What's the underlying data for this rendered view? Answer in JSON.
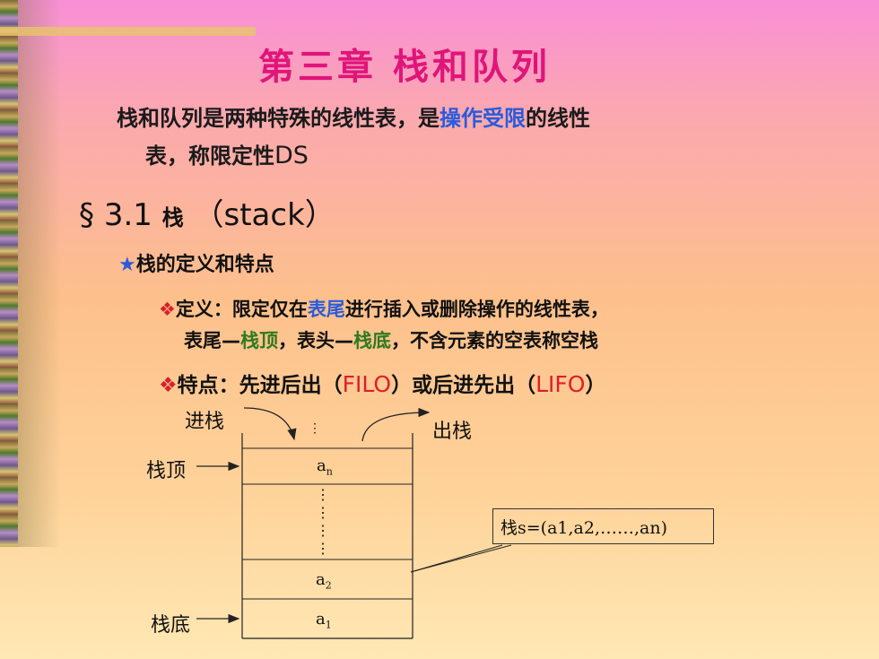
{
  "slide": {
    "title": "第三章 栈和队列",
    "intro_prefix": "栈和队列是两种特殊的线性表，是",
    "intro_highlight": "操作受限",
    "intro_suffix": "的线性",
    "intro_line2_zh": "表，称限定性",
    "intro_line2_ds": "DS",
    "section_symbol": "§",
    "section_number": "3.1",
    "section_zh": "栈",
    "section_en": "（stack）",
    "bullet_star": "★",
    "bullet_text": "栈的定义和特点",
    "diamond": "❖",
    "def_label": "定义：限定仅在",
    "def_highlight": "表尾",
    "def_rest": "进行插入或删除操作的线性表，",
    "def2_a": "表尾—",
    "def2_top": "栈顶",
    "def2_b": "，表头—",
    "def2_bottom": "栈底",
    "def2_c": "，不含元素的空表称空栈",
    "feat_label": "特点：先进后出（",
    "feat_filo": "FILO",
    "feat_mid": "）或后进先出（",
    "feat_lifo": "LIFO",
    "feat_end": "）"
  },
  "diagram": {
    "push_label": "进栈",
    "pop_label": "出栈",
    "top_label": "栈顶",
    "bottom_label": "栈底",
    "cell_an_base": "a",
    "cell_an_sub": "n",
    "cell_a2_base": "a",
    "cell_a2_sub": "2",
    "cell_a1_base": "a",
    "cell_a1_sub": "1",
    "vdots": "⋮",
    "stack_def": "栈s=(a1,a2,……,an)"
  },
  "colors": {
    "title": "#e0157a",
    "highlight_blue": "#2a5bdb",
    "highlight_green": "#2f7a1e",
    "highlight_red": "#e01e2a"
  }
}
